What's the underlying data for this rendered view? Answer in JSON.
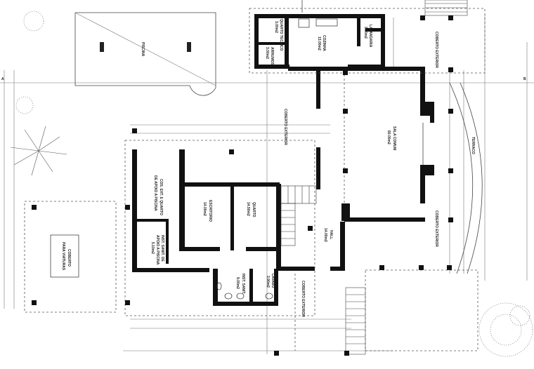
{
  "title": "Floor plan",
  "rooms": {
    "pool": "PISCINA",
    "kitchen": "COZINHA",
    "kitchen_area": "13.00m2",
    "tech_room": "QUARTO TECNICO",
    "tech_room_area": "3.00m2",
    "storage": "ARRUMOS",
    "storage_area": "3.00m2",
    "laundry": "LAVANDARIA",
    "laundry_area": "3.30m2",
    "living": "SALA COMUM",
    "living_area": "60.00m2",
    "office": "ESCRITORIO",
    "office_area": "14.00m2",
    "bedroom": "QUARTO",
    "bedroom_area": "14.50m2",
    "pool_support": "COS. EXT. E QUARTO",
    "pool_support2": "DE APOIO A PISCINA",
    "pool_wc": "INST. SANIT. DE",
    "pool_wc2": "APOIO A PISCINA",
    "pool_wc_area": "5.10m2",
    "hall": "HALL",
    "hall_area": "14.00m2",
    "wc": "INST. SANIT.",
    "wc_area": "9.00m2",
    "lavabo": "LAVABO",
    "lavabo_area": "3.90m2",
    "covered_ext": "COBERTO EXTERIOR",
    "terrace": "TERRACO",
    "carport": "COBERTO",
    "carport2": "PARA VIATURAS"
  },
  "marks": {
    "a": "A",
    "b": "B"
  }
}
